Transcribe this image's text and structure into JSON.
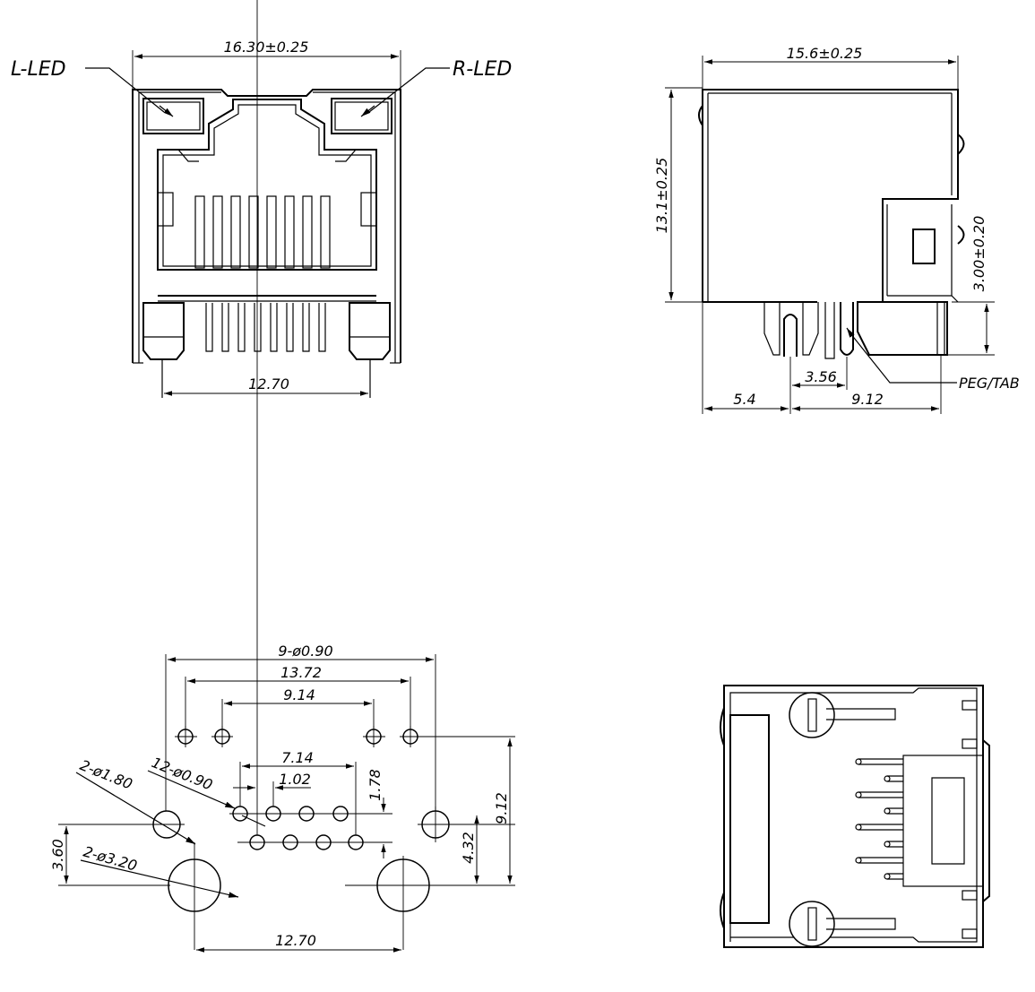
{
  "front_view": {
    "dim_width": "16.30±0.25",
    "dim_pin_span": "12.70",
    "label_left_led": "L-LED",
    "label_right_led": "R-LED"
  },
  "side_view": {
    "dim_depth": "15.6±0.25",
    "dim_height": "13.1±0.25",
    "dim_pin_height": "3.00±0.20",
    "dim_pin_pitch": "3.56",
    "dim_front_offset": "5.4",
    "dim_peg_offset": "9.12",
    "label_peg": "PEG/TAB"
  },
  "pcb_layout": {
    "dim_led_holes": "9-ø0.90",
    "dim_led_outer": "13.72",
    "dim_led_inner": "9.14",
    "dim_signal_span": "7.14",
    "dim_signal_pitch": "1.02",
    "dim_row_spacing": "1.78",
    "dim_signal_holes": "12-ø0.90",
    "dim_small_pegs": "2-ø1.80",
    "dim_large_pegs": "2-ø3.20",
    "dim_total_height": "9.12",
    "dim_row_to_peg": "4.32",
    "dim_small_to_large": "3.60",
    "dim_peg_span": "12.70"
  }
}
